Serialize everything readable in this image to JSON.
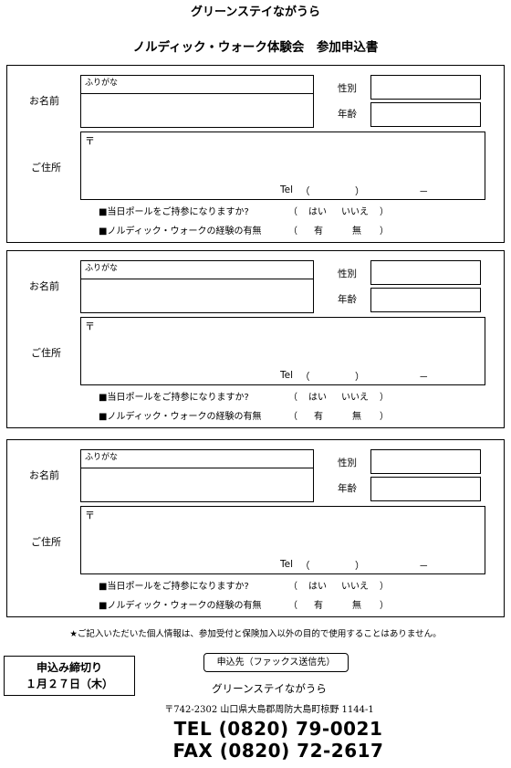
{
  "header": {
    "organization": "グリーンステイながうら",
    "title": "ノルディック・ウォーク体験会　参加申込書"
  },
  "form": {
    "name_label": "お名前",
    "furigana_label": "ふりがな",
    "gender_label": "性別",
    "age_label": "年齢",
    "address_label": "ご住所",
    "postal_mark": "〒",
    "tel_label": "Tel",
    "tel_open": "（",
    "tel_close": "）",
    "tel_dash": "－",
    "question_pole": "■当日ポールをご持参になりますか?",
    "question_pole_options": [
      "（",
      "はい",
      "いいえ",
      "）"
    ],
    "question_experience": "■ノルディック・ウォークの経験の有無",
    "question_experience_options": [
      "（",
      "有",
      "無",
      "）"
    ]
  },
  "entries": [
    {
      "id": 1
    },
    {
      "id": 2
    },
    {
      "id": 3
    }
  ],
  "notice": "★ご記入いただいた個人情報は、参加受付と保険加入以外の目的で使用することはありません。",
  "deadline": {
    "line1": "申込み締切り",
    "line2": "１月２７日（木）"
  },
  "destination": {
    "label": "申込先（ファックス送信先）",
    "facility": "グリーンステイながうら",
    "address": "〒742-2302 山口県大島郡周防大島町椋野 1144-1",
    "tel": "TEL (0820) 79-0021",
    "fax": "FAX (0820) 72-2617"
  }
}
